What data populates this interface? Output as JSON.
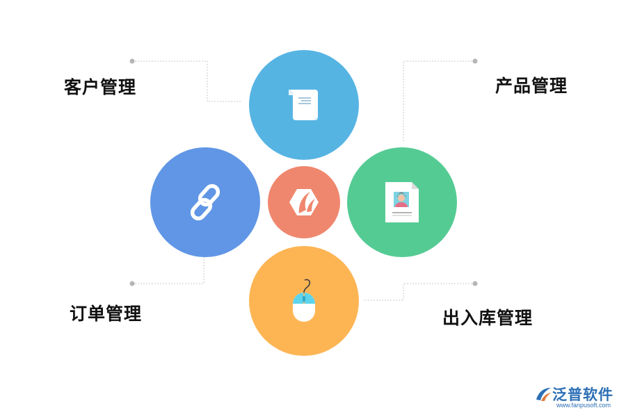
{
  "labels": {
    "customer": "客户管理",
    "product": "产品管理",
    "order": "订单管理",
    "inventory": "出入库管理"
  },
  "colors": {
    "customer": "#56b4e3",
    "product": "#55cb94",
    "order": "#6096e5",
    "inventory": "#fdb554",
    "center": "#ef876e",
    "connector": "#c8c8c8",
    "dot": "#b5b5b5"
  },
  "icons": {
    "customer": "scroll-icon",
    "product": "profile-card-icon",
    "order": "link-icon",
    "inventory": "mouse-icon",
    "center": "hexagon-logo-icon"
  },
  "brand": {
    "name": "泛普软件",
    "url": "www.fanpusoft.com"
  }
}
